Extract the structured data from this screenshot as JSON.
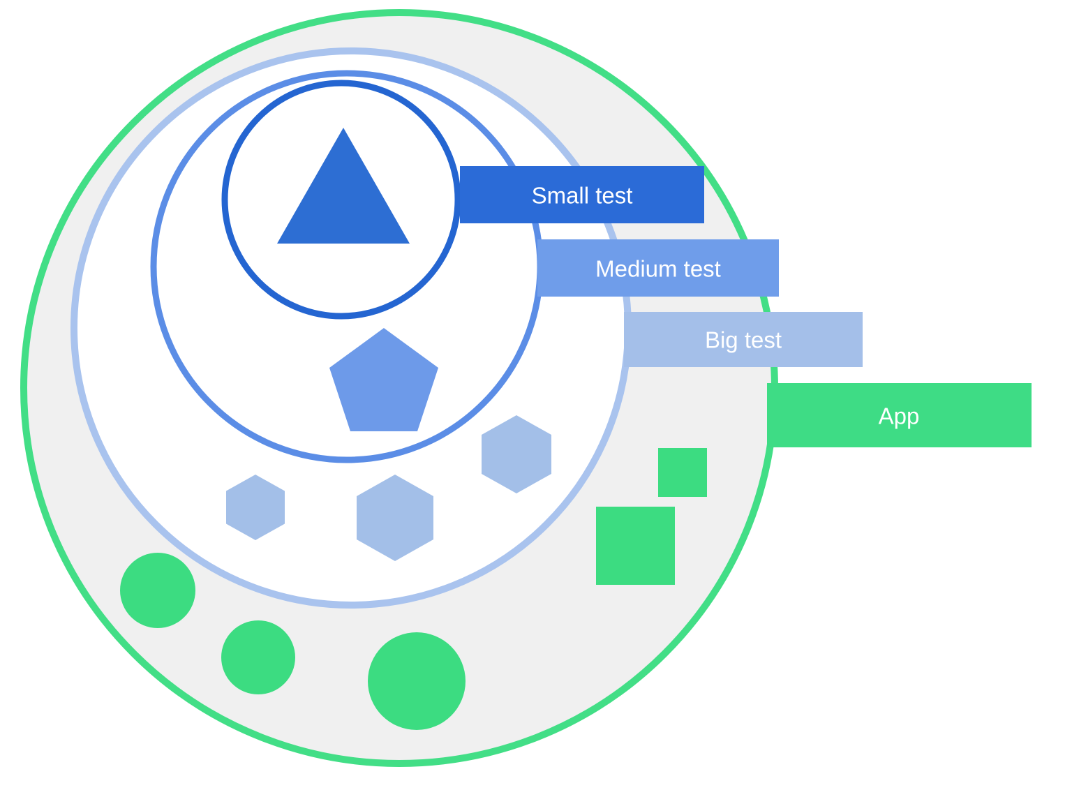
{
  "labels": {
    "small": "Small test",
    "medium": "Medium test",
    "big": "Big test",
    "app": "App"
  },
  "palette": {
    "background": "#ffffff",
    "ring-fill-gray": "#f0f0f0",
    "ring-fill-white": "#ffffff",
    "blue-dark": "#2b6bd7",
    "blue-dark-stroke": "#2465d1",
    "blue-dark-shape": "#2d6ed3",
    "blue-medium": "#6f9dea",
    "blue-medium-stroke": "#5b8de6",
    "blue-medium-shape": "#6d9ae9",
    "blue-light": "#a4bfe9",
    "blue-light-stroke": "#a9c3ee",
    "blue-light-shape": "#a3bfe8",
    "green": "#3edc85",
    "green-stroke": "#42de86",
    "green-shape": "#3cdc81",
    "label-text": "#ffffff"
  }
}
